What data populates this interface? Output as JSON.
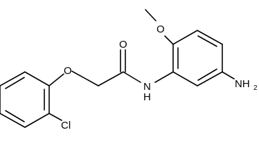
{
  "structure": {
    "atoms": {
      "methoxy_oxygen": "O",
      "carbonyl_oxygen": "O",
      "ether_oxygen": "O",
      "amide_nitrogen": "N",
      "amide_hydrogen": "H",
      "amine_group": "NH",
      "amine_subscript": "2",
      "chlorine": "Cl"
    },
    "colors": {
      "bond": "#000000",
      "label": "#000000",
      "background": "#ffffff"
    }
  }
}
